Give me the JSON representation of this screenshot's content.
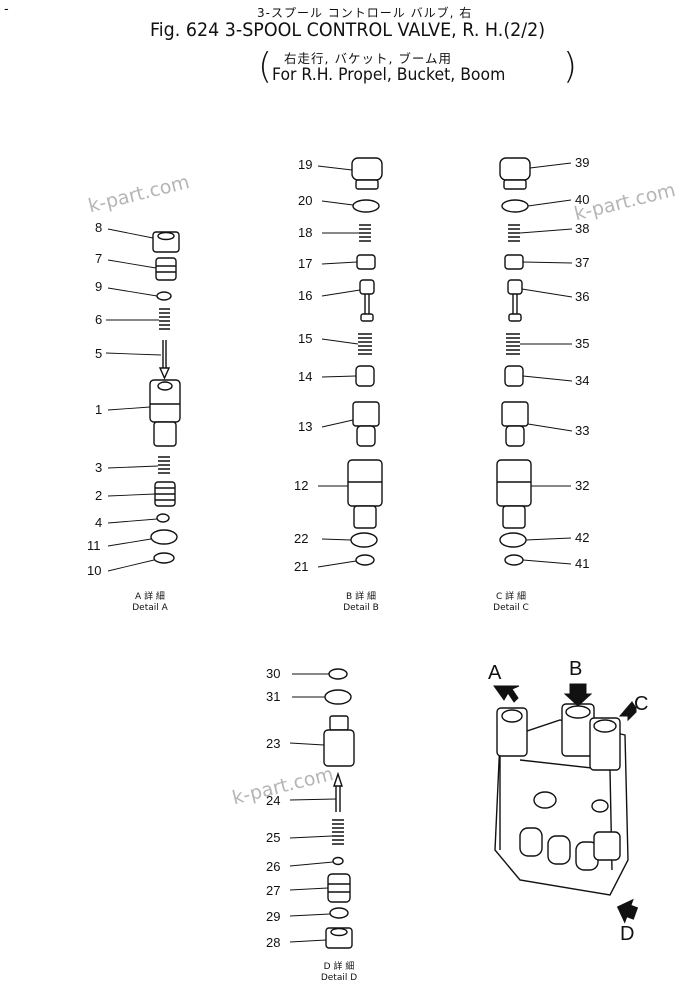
{
  "header": {
    "corner_mark": "-",
    "title_jp": "3-スプール コントロール バルブ,  右",
    "title": "Fig. 624 3-SPOOL CONTROL VALVE, R. H.(2/2)",
    "subtitle_jp": "右走行, バケット, ブーム用",
    "subtitle": "For R.H. Propel, Bucket, Boom",
    "paren_open": "(",
    "paren_close": ")"
  },
  "watermark": "k-part.com",
  "captions": {
    "a": {
      "jp": "A 詳 細",
      "en": "Detail A"
    },
    "b": {
      "jp": "B 詳 細",
      "en": "Detail B"
    },
    "c": {
      "jp": "C 詳 細",
      "en": "Detail C"
    },
    "d": {
      "jp": "D 詳 細",
      "en": "Detail D"
    }
  },
  "parts": {
    "detail_a": [
      "8",
      "7",
      "9",
      "6",
      "5",
      "1",
      "3",
      "2",
      "4",
      "11",
      "10"
    ],
    "detail_b": [
      "19",
      "20",
      "18",
      "17",
      "16",
      "15",
      "14",
      "13",
      "12",
      "22",
      "21"
    ],
    "detail_c": [
      "39",
      "40",
      "38",
      "37",
      "36",
      "35",
      "34",
      "33",
      "32",
      "42",
      "41"
    ],
    "detail_d": [
      "30",
      "31",
      "23",
      "24",
      "25",
      "26",
      "27",
      "29",
      "28"
    ]
  },
  "assembly_views": [
    "A",
    "B",
    "C",
    "D"
  ]
}
